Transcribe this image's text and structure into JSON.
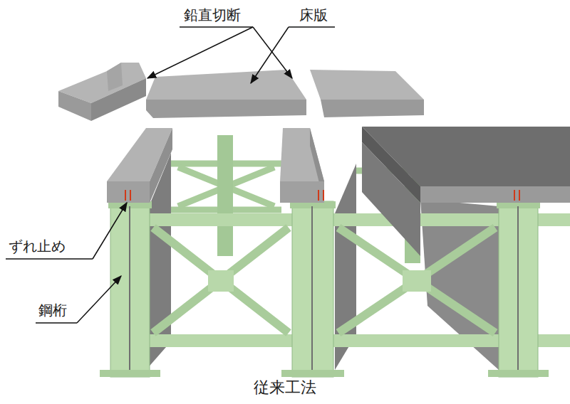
{
  "diagram": {
    "caption": "従来工法",
    "labels": [
      "鉛直切断",
      "床版",
      "ずれ止め",
      "鋼桁"
    ]
  }
}
